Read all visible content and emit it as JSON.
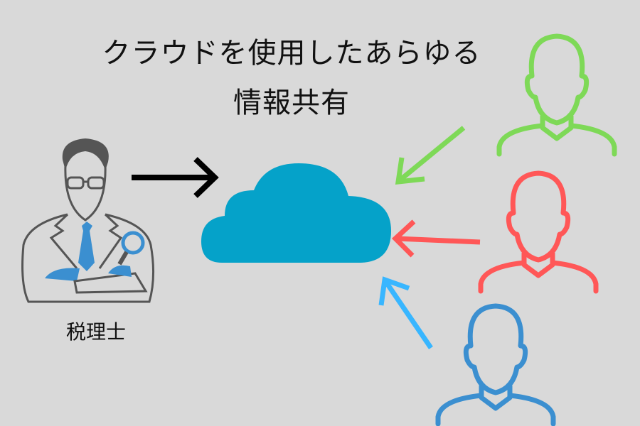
{
  "title_line1": "クラウドを使用したあらゆる",
  "title_line2": "情報共有",
  "accountant_label": "税理士",
  "colors": {
    "background": "#d9d9d9",
    "cloud": "#05a2c9",
    "green_user": "#7ed957",
    "red_user": "#ff5757",
    "blue_user": "#3b8fd0",
    "blue_arrow": "#38b6ff",
    "black_arrow": "#000000",
    "accountant_outline": "#555555",
    "accountant_accent": "#3b8fd0"
  }
}
